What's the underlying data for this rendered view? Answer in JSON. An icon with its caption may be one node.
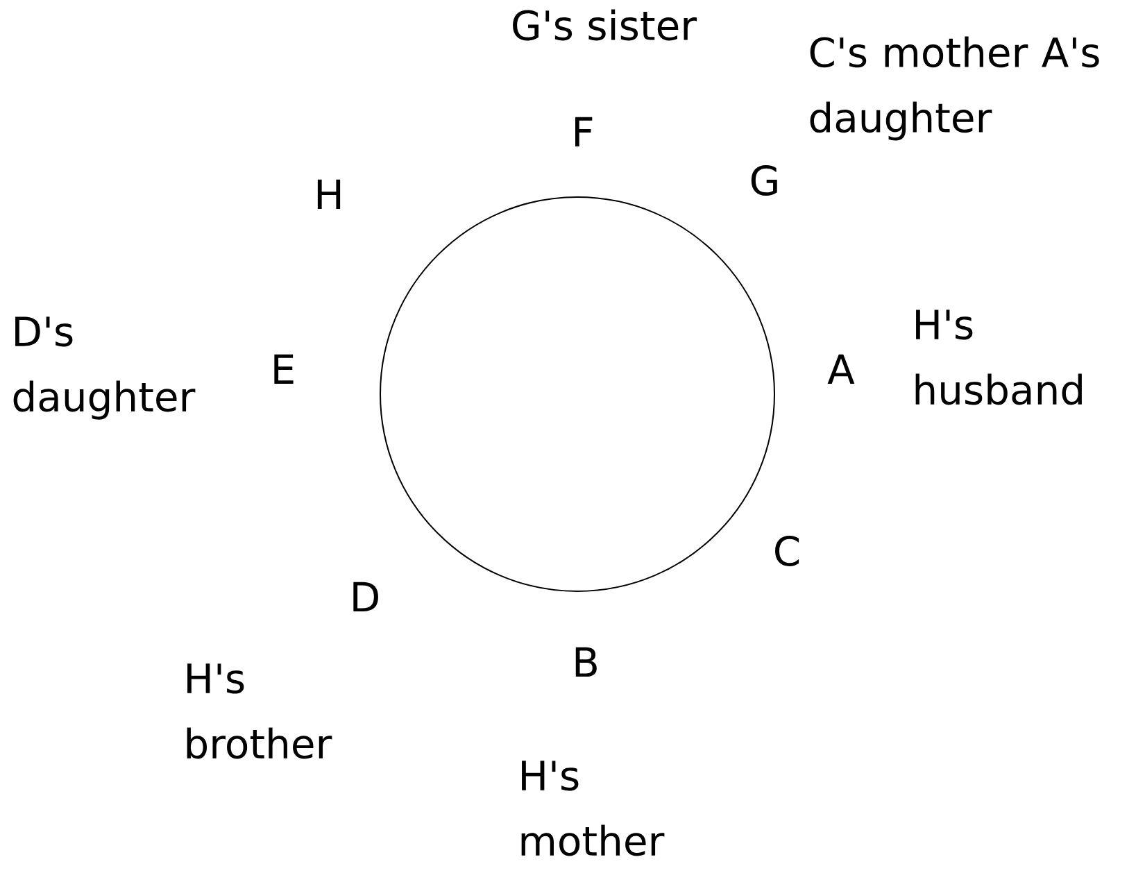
{
  "diagram": {
    "nodes": [
      {
        "text": [],
        "shape": "circle"
      }
    ],
    "edges": [],
    "labels": [
      "G's sister",
      "C's mother A's daughter",
      "F",
      "G",
      "H",
      "D's daughter",
      "E",
      "H's husband",
      "A",
      "C",
      "D",
      "B",
      "H's brother",
      "H's mother"
    ]
  }
}
